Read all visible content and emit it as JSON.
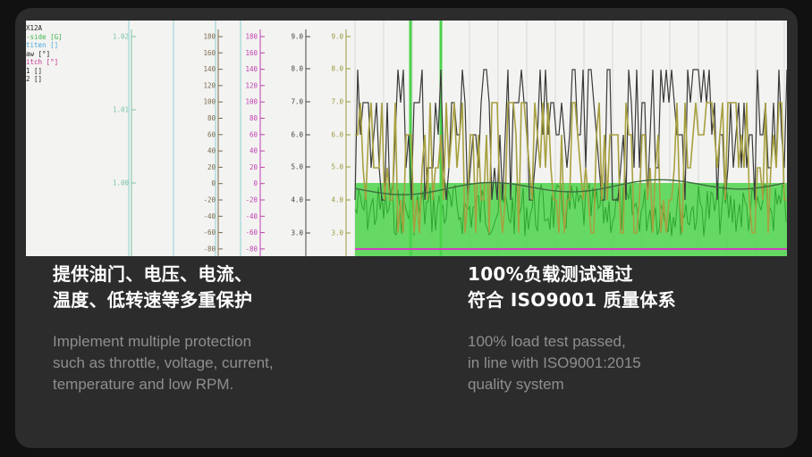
{
  "screenshot": {
    "legend": [
      {
        "text": "X12A",
        "color": "#222222"
      },
      {
        "text": "-side [G]",
        "color": "#3cb44b"
      },
      {
        "text": "titen []",
        "color": "#4aa8d8"
      },
      {
        "text": "aw [°]",
        "color": "#222222"
      },
      {
        "text": "itch [°]",
        "color": "#c0308f"
      },
      {
        "text": "1 []",
        "color": "#222222"
      },
      {
        "text": "2 []",
        "color": "#222222"
      }
    ],
    "axes": [
      {
        "name": "axis-a",
        "color": "#7cc4a8",
        "ticks": [
          "1.02",
          "1.01",
          "1.00"
        ]
      },
      {
        "name": "axis-b",
        "color": "#7a6a50",
        "ticks": [
          "180",
          "160",
          "140",
          "120",
          "100",
          "80",
          "60",
          "40",
          "20",
          "0",
          "-20",
          "-40",
          "-60",
          "-80"
        ]
      },
      {
        "name": "axis-c",
        "color": "#c040b0",
        "ticks": [
          "180",
          "160",
          "140",
          "120",
          "100",
          "80",
          "60",
          "40",
          "20",
          "0",
          "-20",
          "-40",
          "-60",
          "-80"
        ]
      },
      {
        "name": "axis-d",
        "color": "#444444",
        "ticks": [
          "9.0",
          "8.0",
          "7.0",
          "6.0",
          "5.0",
          "4.0",
          "3.0"
        ]
      },
      {
        "name": "axis-e",
        "color": "#9a9a40",
        "ticks": [
          "9.0",
          "8.0",
          "7.0",
          "6.0",
          "5.0",
          "4.0",
          "3.0"
        ]
      }
    ],
    "colors": {
      "dark_series": "#3a3a3a",
      "olive_series": "#a8a040",
      "green_fill": "#4cd34c",
      "magenta_series": "#d040c0",
      "dark_green_series": "#3e6e3e"
    }
  },
  "features": [
    {
      "title_line1": "提供油门、电压、电流、",
      "title_line2": "温度、低转速等多重保护",
      "desc_line1": "Implement multiple protection",
      "desc_line2": "such as throttle, voltage, current,",
      "desc_line3": "temperature and low RPM."
    },
    {
      "title_line1": "100%负载测试通过",
      "title_line2": "符合 ISO9001 质量体系",
      "desc_line1": "100% load test passed,",
      "desc_line2": "in line with ISO9001:2015",
      "desc_line3": "quality system"
    }
  ]
}
